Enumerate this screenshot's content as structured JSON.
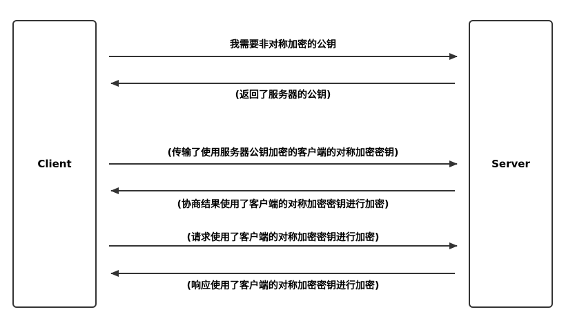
{
  "participants": {
    "client": "Client",
    "server": "Server"
  },
  "messages": [
    {
      "label": "我需要非对称加密的公钥",
      "direction": "client-to-server"
    },
    {
      "label": "(返回了服务器的公钥)",
      "direction": "server-to-client"
    },
    {
      "label": "(传输了使用服务器公钥加密的客户端的对称加密密钥)",
      "direction": "client-to-server"
    },
    {
      "label": "(协商结果使用了客户端的对称加密密钥进行加密)",
      "direction": "server-to-client"
    },
    {
      "label": "(请求使用了客户端的对称加密密钥进行加密)",
      "direction": "client-to-server"
    },
    {
      "label": "(响应使用了客户端的对称加密密钥进行加密)",
      "direction": "server-to-client"
    }
  ]
}
